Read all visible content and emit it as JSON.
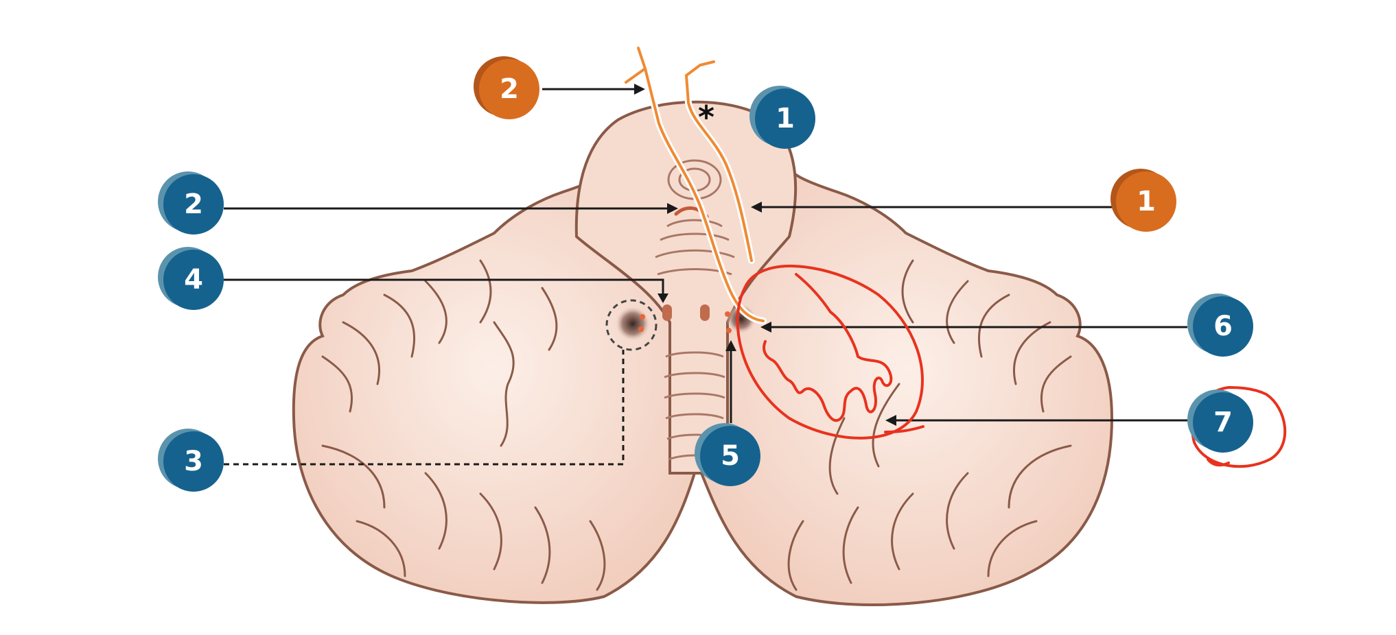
{
  "diagram": {
    "asterisk": "*",
    "markers": [
      {
        "id": "blue-1",
        "label": "1",
        "color": "#16628e"
      },
      {
        "id": "blue-2",
        "label": "2",
        "color": "#16628e"
      },
      {
        "id": "blue-3",
        "label": "3",
        "color": "#16628e"
      },
      {
        "id": "blue-4",
        "label": "4",
        "color": "#16628e"
      },
      {
        "id": "blue-5",
        "label": "5",
        "color": "#16628e"
      },
      {
        "id": "blue-6",
        "label": "6",
        "color": "#16628e"
      },
      {
        "id": "blue-7",
        "label": "7",
        "color": "#16628e"
      },
      {
        "id": "orange-1",
        "label": "1",
        "color": "#d96d1f"
      },
      {
        "id": "orange-2",
        "label": "2",
        "color": "#d96d1f"
      }
    ],
    "colors": {
      "tissue": "#f5d9cc",
      "tissue_outline": "#8a5a48",
      "pathway": "#ef8a33",
      "annotation": "#e8321e",
      "leader_line": "#1a1a1a"
    }
  }
}
